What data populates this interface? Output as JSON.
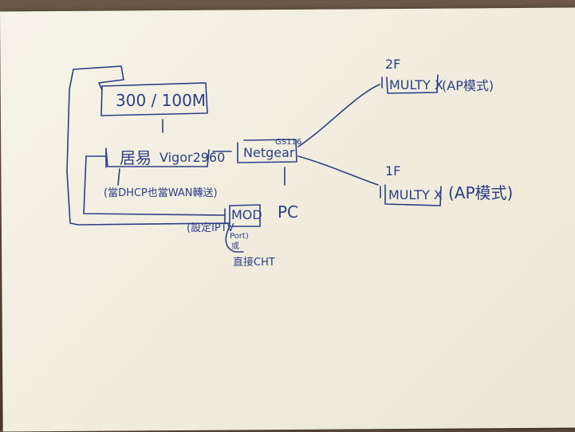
{
  "diagram": {
    "isp_box": "300 / 100M",
    "main_router": {
      "brand": "居易",
      "model": "Vigor2960",
      "note": "(當DHCP也當WAN轉送)"
    },
    "switch": {
      "brand": "Netgear",
      "model": "GS116"
    },
    "pc_label": "PC",
    "mod": {
      "label": "MOD",
      "note_prefix": "(設定IPTV",
      "note_port": "Port)",
      "or": "或",
      "direct": "直接CHT"
    },
    "floor2": {
      "floor": "2F",
      "device": "MULTY X",
      "mode": "(AP模式)"
    },
    "floor1": {
      "floor": "1F",
      "device": "MULTY X",
      "mode": "(AP模式)"
    }
  },
  "colors": {
    "ink": "#2c3f86",
    "paper": "#f3efe2"
  }
}
